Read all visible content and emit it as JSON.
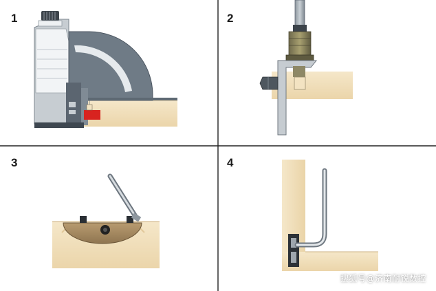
{
  "panels": [
    {
      "number": "1"
    },
    {
      "number": "2"
    },
    {
      "number": "3"
    },
    {
      "number": "4"
    }
  ],
  "watermark": "搜狐号@济南耐锐数控",
  "colors": {
    "wood_light": "#f3e3c2",
    "wood_mid": "#ead3a6",
    "wood_dark": "#dcc08e",
    "tool_gray": "#6e7a85",
    "tool_dark": "#4b5560",
    "tool_light": "#b9c1c8",
    "marker_red": "#d8231f",
    "plate_brown": "#a88c64",
    "divider": "#1a1a1a"
  }
}
